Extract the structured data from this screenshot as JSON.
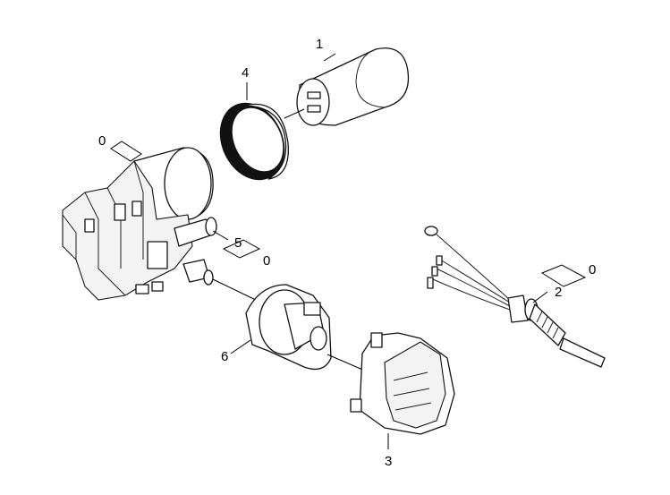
{
  "labels": {
    "part_1": "1",
    "part_2": "2",
    "part_2_sub": "0",
    "part_3": "3",
    "part_4": "4",
    "part_5": "5",
    "part_5_sub": "0",
    "part_6": "6",
    "group_motor": "0"
  },
  "colors": {
    "line": "#000000",
    "background": "#ffffff"
  }
}
